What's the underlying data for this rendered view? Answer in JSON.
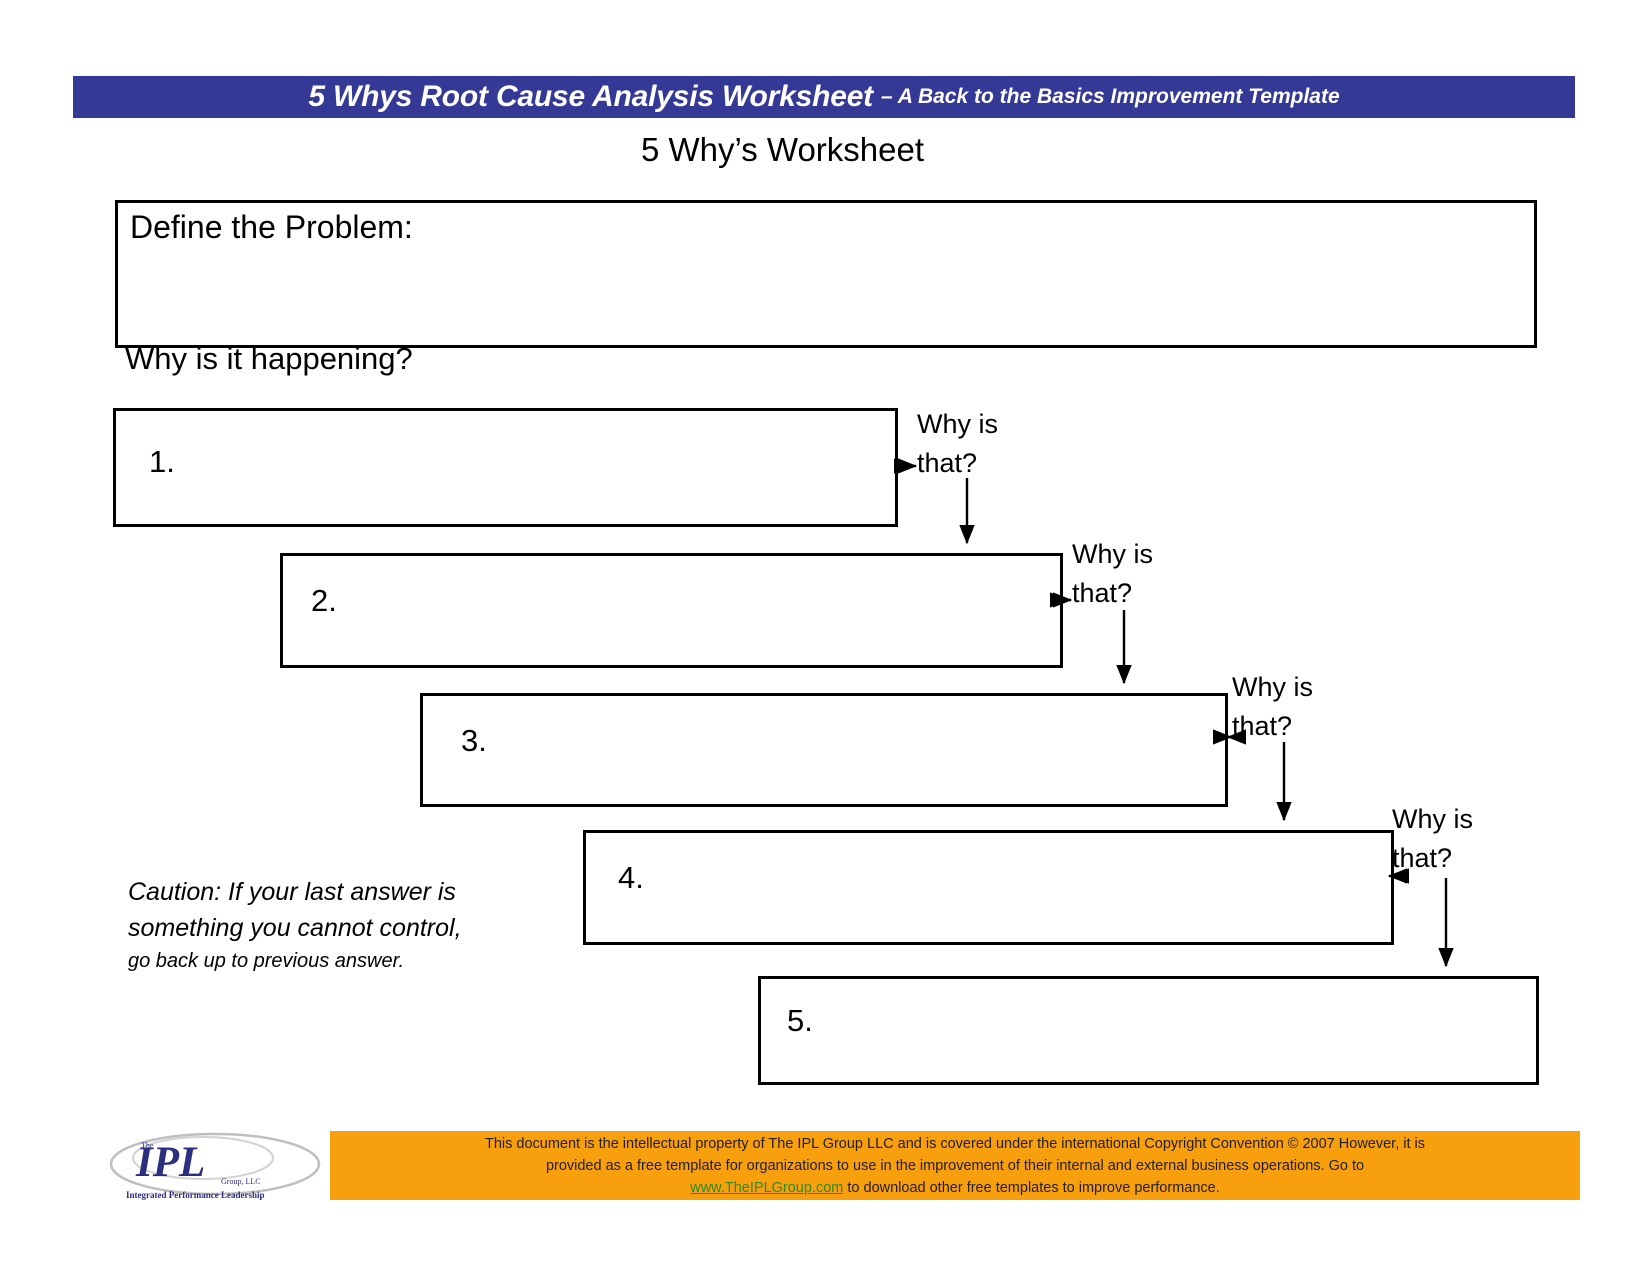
{
  "header": {
    "title_main": "5 Whys Root Cause Analysis Worksheet",
    "title_sub": "– A Back to the Basics Improvement Template",
    "banner_color": "#343996"
  },
  "page_title": "5 Why’s Worksheet",
  "define": {
    "label": "Define the Problem:",
    "value": ""
  },
  "prompt": "Why is it happening?",
  "steps": [
    {
      "number": "1.",
      "value": ""
    },
    {
      "number": "2.",
      "value": ""
    },
    {
      "number": "3.",
      "value": ""
    },
    {
      "number": "4.",
      "value": ""
    },
    {
      "number": "5.",
      "value": ""
    }
  ],
  "why_labels": [
    "Why is\nthat?",
    "Why is\nthat?",
    "Why is\nthat?",
    "Why is\nthat?"
  ],
  "caution": {
    "line1": "Caution: If your last answer is",
    "line2": "something you cannot control,",
    "line3": "go back up to previous answer."
  },
  "footer": {
    "line1": "This document is the intellectual property of The IPL Group LLC and is covered under the international Copyright Convention © 2007 However, it is",
    "line2": "provided as a free template for organizations to use in the improvement of their internal and external business operations. Go to",
    "line3_link": "www.TheIPLGroup.com",
    "line3_rest": " to download other free templates to improve performance.",
    "bar_color": "#F79F0C",
    "link_color": "#2e8b20"
  },
  "logo": {
    "mark": "IPL",
    "sub_top": "The",
    "sub_mid": "Group, LLC",
    "tagline": "Integrated Performance Leadership"
  }
}
